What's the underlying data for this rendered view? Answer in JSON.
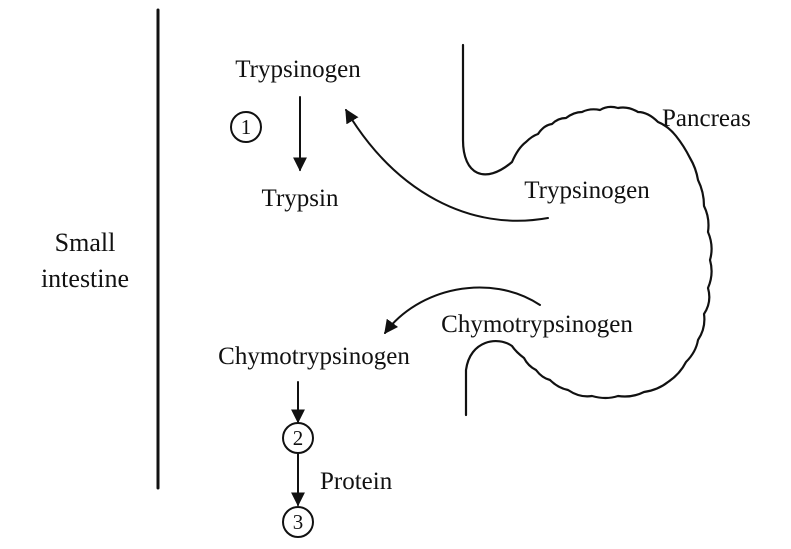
{
  "labels": {
    "small_intestine_line1": "Small",
    "small_intestine_line2": "intestine",
    "pancreas": "Pancreas",
    "trypsinogen_top": "Trypsinogen",
    "trypsin": "Trypsin",
    "trypsinogen_pancreas": "Trypsinogen",
    "chymotrypsinogen_pancreas": "Chymotrypsinogen",
    "chymotrypsinogen_intestine": "Chymotrypsinogen",
    "protein": "Protein"
  },
  "steps": {
    "step1": "1",
    "step2": "2",
    "step3": "3"
  },
  "colors": {
    "ink": "#111111",
    "background": "#ffffff"
  }
}
